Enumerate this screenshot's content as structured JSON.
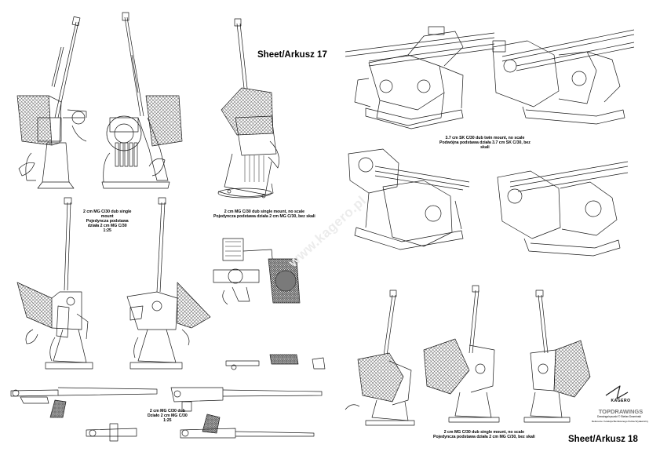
{
  "sheets": {
    "left_title": "Sheet/Arkusz 17",
    "right_title": "Sheet/Arkusz 18"
  },
  "watermark": "www.kagero.pl",
  "captions": {
    "c2cm_single_short": [
      "2 cm MG C/30 dub single",
      "mount",
      "Pojedyncza podstawa",
      "działa 2 cm MG C/30",
      "1:25"
    ],
    "c2cm_single_noscale": [
      "2 cm MG C/30 dub single mount, no scale",
      "Pojedyncza podstawa działa 2 cm MG C/30, bez skali"
    ],
    "c37cm_twin": [
      "3.7 cm SK C/30 dub twin mount, no scale",
      "Podwójna podstawa działa 3.7 cm SK C/30, bez",
      "skali"
    ],
    "c2cm_gun": [
      "2 cm MG C/30 dub",
      "Działo 2 cm MG C/30",
      "1:25"
    ],
    "c2cm_single_bottom": [
      "2 cm MG C/30 dub single mount, no scale",
      "Pojedyncza podstawa działa 2 cm MG C/30, bez skali"
    ]
  },
  "brand": {
    "publisher": "KAGERO",
    "studio": "TOPDRAWINGS",
    "credit": "Drawings/rysunki © Stefan Draminski",
    "rights": "Reference: Kolekcja Bezsłownego Pełnia Wydawniczy"
  },
  "colors": {
    "ink": "#1a1a1a",
    "shield_fill": "#7a7a7a",
    "watermark": "#ececec"
  }
}
